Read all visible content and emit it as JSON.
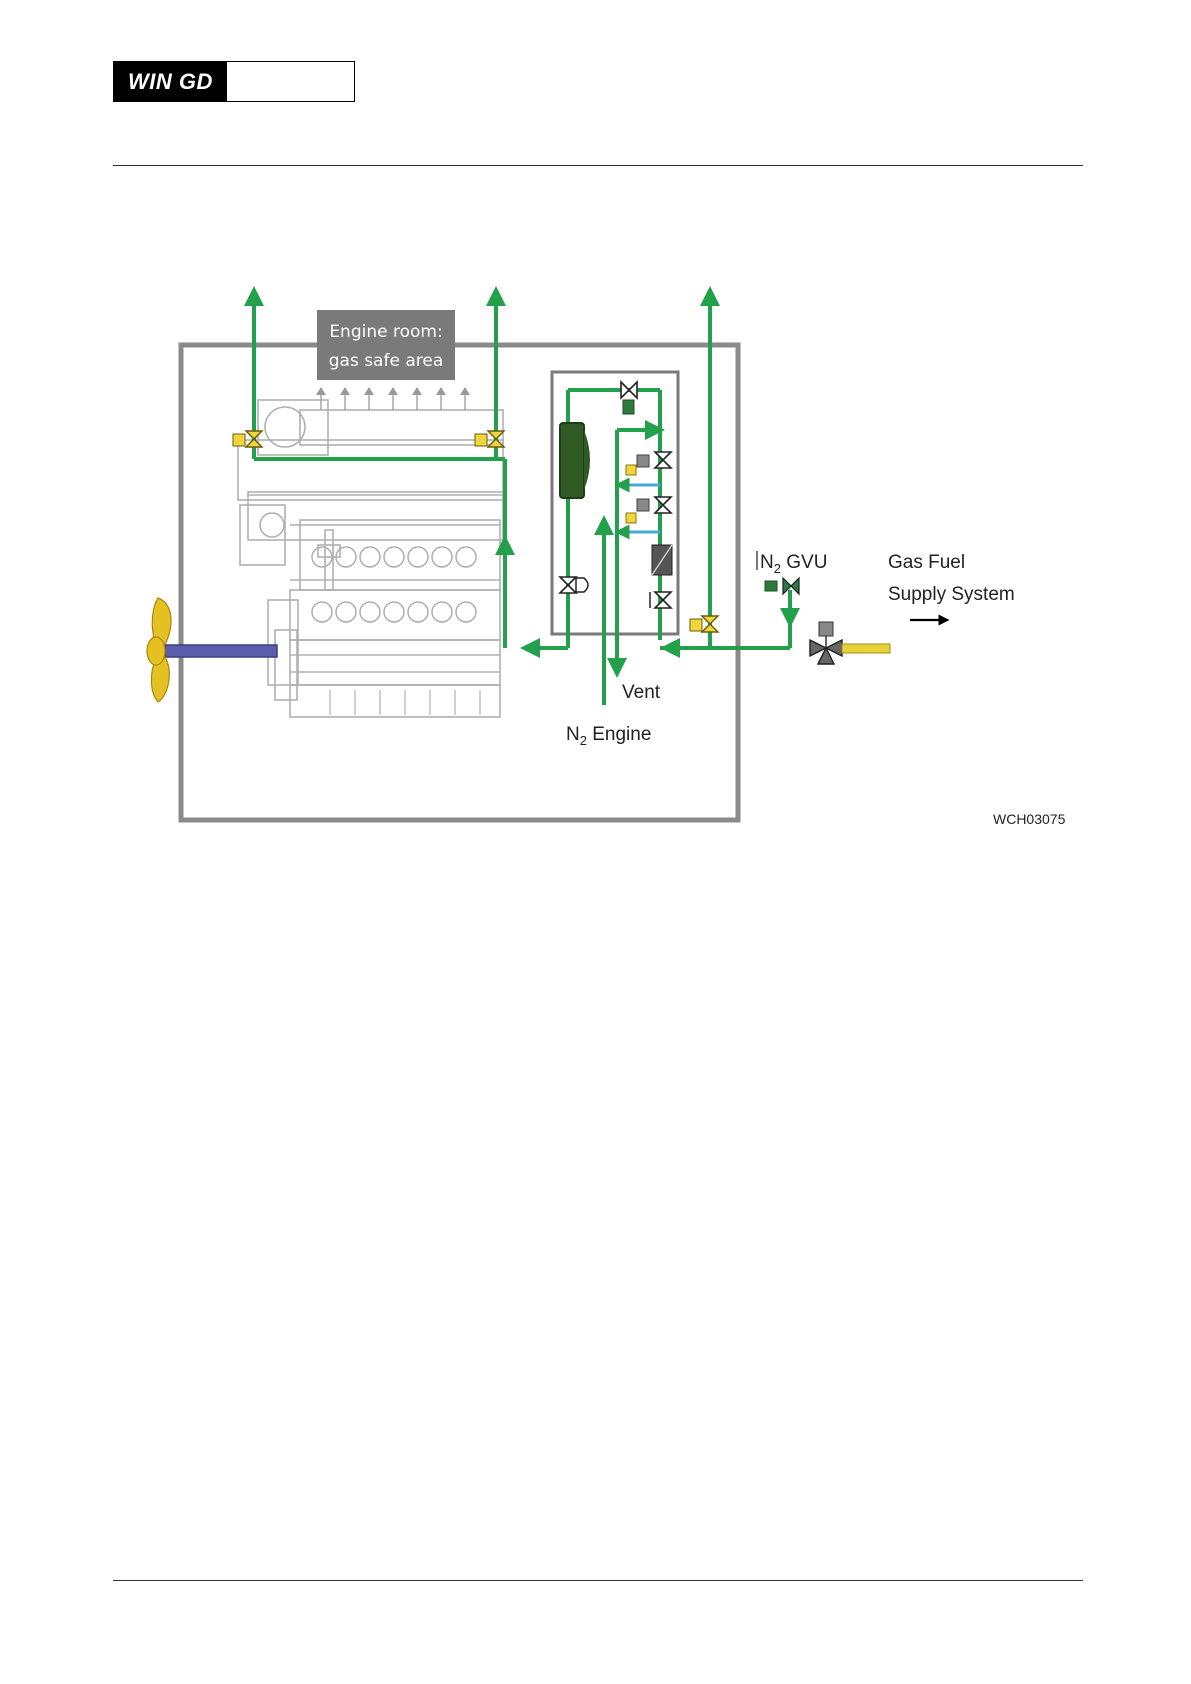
{
  "header": {
    "logo_text": "WIN GD"
  },
  "diagram": {
    "area_label_line1": "Engine room:",
    "area_label_line2": "gas safe area",
    "n2_gvu_prefix": "N",
    "n2_gvu_sub": "2",
    "n2_gvu_suffix": " GVU",
    "gas_fuel_line1": "Gas Fuel",
    "gas_fuel_line2": "Supply System",
    "vent_label": "Vent",
    "n2_engine_prefix": "N",
    "n2_engine_sub": "2",
    "n2_engine_suffix": " Engine",
    "figure_id": "WCH03075"
  },
  "colors": {
    "pipe_green": "#22a04b",
    "frame_gray": "#8a8a8a",
    "valve_yellow": "#f0d63a",
    "propeller_yellow": "#e6c020",
    "badge_gray": "#7a7a7a"
  }
}
